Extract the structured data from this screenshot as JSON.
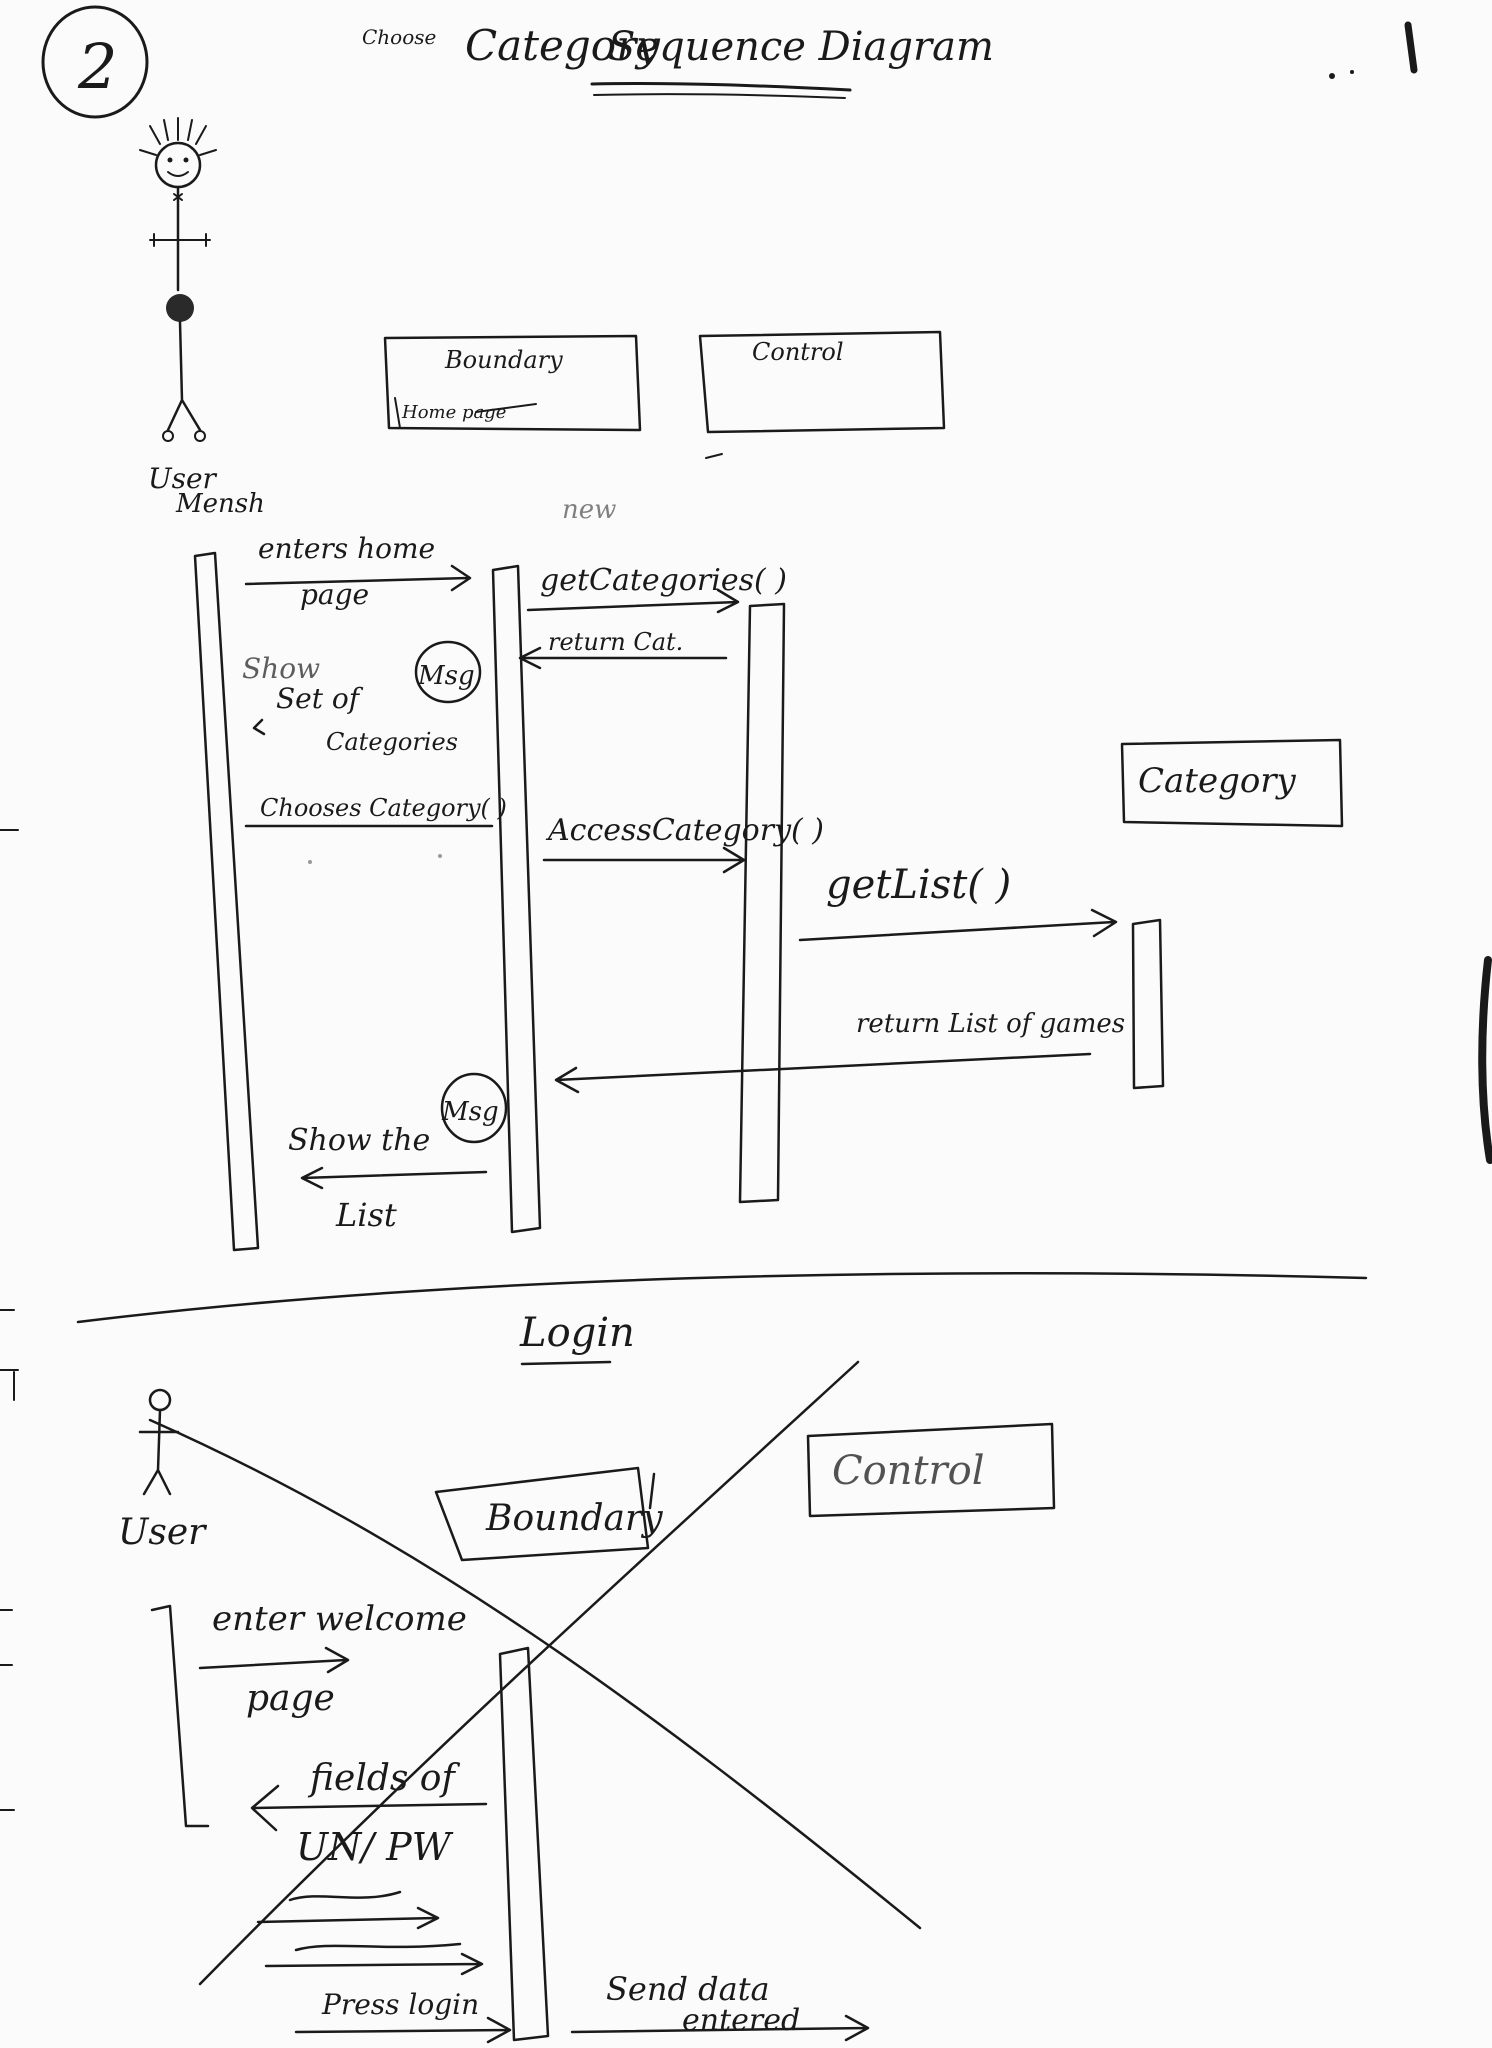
{
  "page_number": "2",
  "title": {
    "scribble": "Choose",
    "category": "Category",
    "rest": "Sequence Diagram"
  },
  "diagram1": {
    "actor": {
      "name": "User",
      "sub": "Mensh"
    },
    "boundary": {
      "stereotype": "Boundary",
      "name": "Home page"
    },
    "control": {
      "stereotype": "Control",
      "note": "new"
    },
    "category": {
      "name": "Category"
    },
    "messages": {
      "enters_home_l1": "enters home",
      "enters_home_l2": "page",
      "get_categories": "getCategories( )",
      "return_cat": "return Cat.",
      "show_l1": "Show",
      "show_l2": "Set of",
      "show_l3": "Categories",
      "msg_badge_1": "Msg",
      "chooses_category": "Chooses Category( )",
      "access_category": "AccessCategory( )",
      "get_list": "getList( )",
      "return_list": "return List of games",
      "msg_badge_2": "Msg",
      "show_list_l1": "Show the",
      "show_list_l2": "List"
    }
  },
  "diagram2": {
    "heading": "Login",
    "actor": {
      "name": "User"
    },
    "boundary": {
      "name": "Boundary"
    },
    "control": {
      "name": "Control"
    },
    "messages": {
      "enter_welcome_l1": "enter welcome",
      "enter_welcome_l2": "page",
      "fields_l1": "fields of",
      "fields_l2": "UN/ PW",
      "press_login": "Press login",
      "send_data_l1": "Send data",
      "send_data_l2": "entered"
    }
  }
}
